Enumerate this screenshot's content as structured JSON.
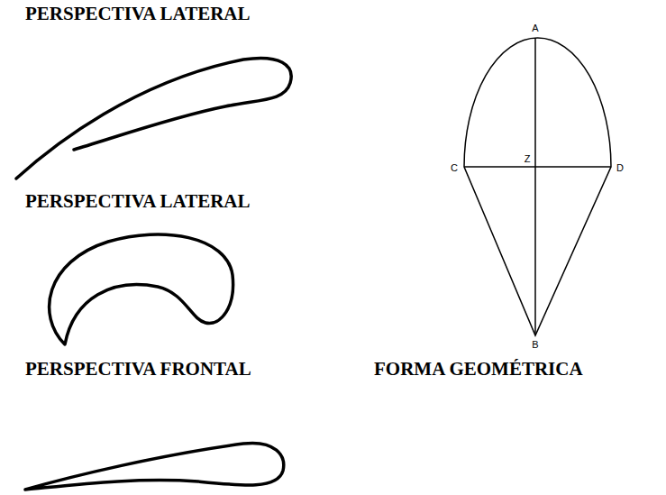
{
  "diagram": {
    "labels": [
      "PERSPECTIVA LATERAL",
      "PERSPECTIVA LATERAL",
      "PERSPECTIVA FRONTAL",
      "FORMA GEOMÉTRICA",
      "A",
      "C",
      "Z",
      "D",
      "B"
    ]
  }
}
